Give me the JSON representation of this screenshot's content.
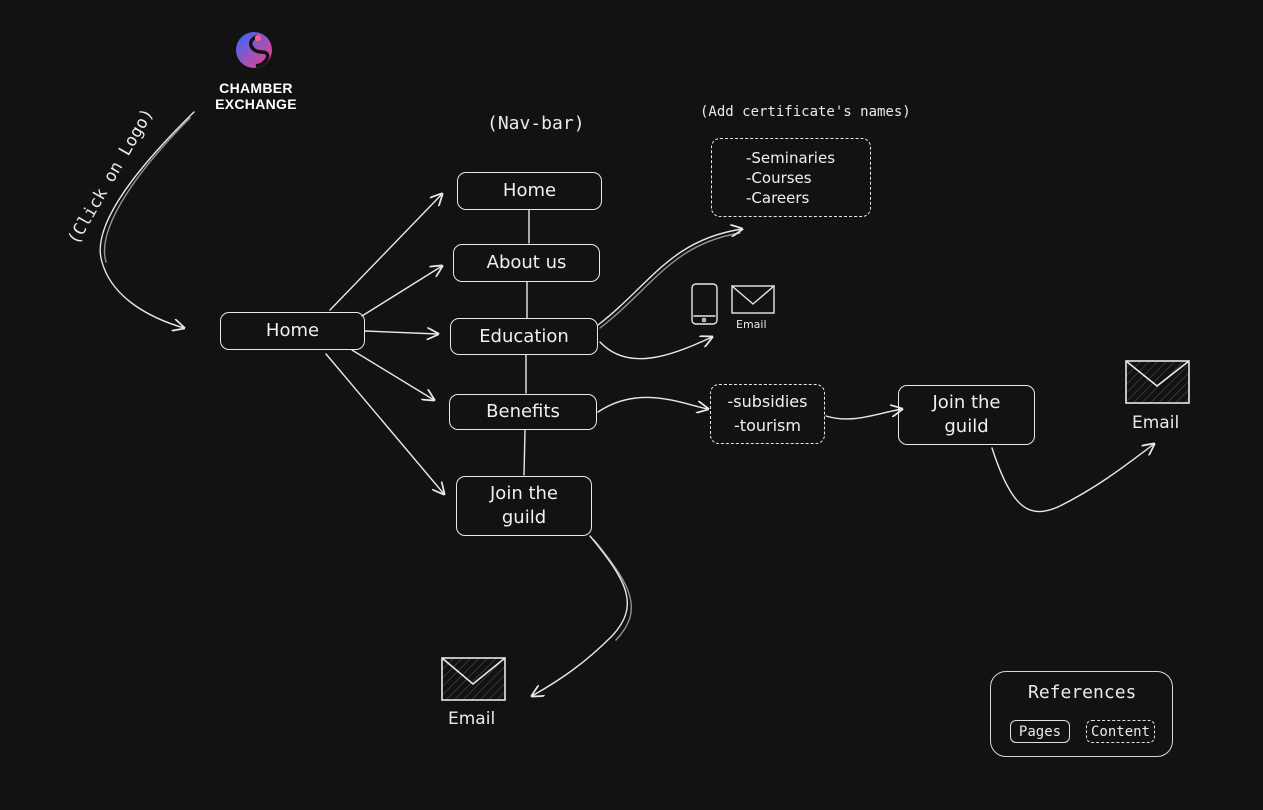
{
  "logo": {
    "line1": "CHAMBER",
    "line2": "EXCHANGE"
  },
  "annotations": {
    "click_logo": "(Click on Logo)",
    "navbar": "(Nav-bar)",
    "certificates": "(Add certificate's names)"
  },
  "nodes": {
    "home_main": "Home",
    "nav_home": "Home",
    "nav_about": "About us",
    "nav_education": "Education",
    "nav_benefits": "Benefits",
    "nav_join_line1": "Join the",
    "nav_join_line2": "guild",
    "join_right_line1": "Join the",
    "join_right_line2": "guild"
  },
  "education_content": {
    "item1": "-Seminaries",
    "item2": "-Courses",
    "item3": "-Careers"
  },
  "benefits_content": {
    "item1": "-subsidies",
    "item2": "-tourism"
  },
  "emails": {
    "small": "Email",
    "right": "Email",
    "bottom": "Email"
  },
  "legend": {
    "title": "References",
    "pages": "Pages",
    "content": "Content"
  },
  "colors": {
    "background": "#121212",
    "stroke": "#e8e8e8",
    "logo_gradient_start": "#2d6bff",
    "logo_gradient_end": "#ff3d7f"
  }
}
